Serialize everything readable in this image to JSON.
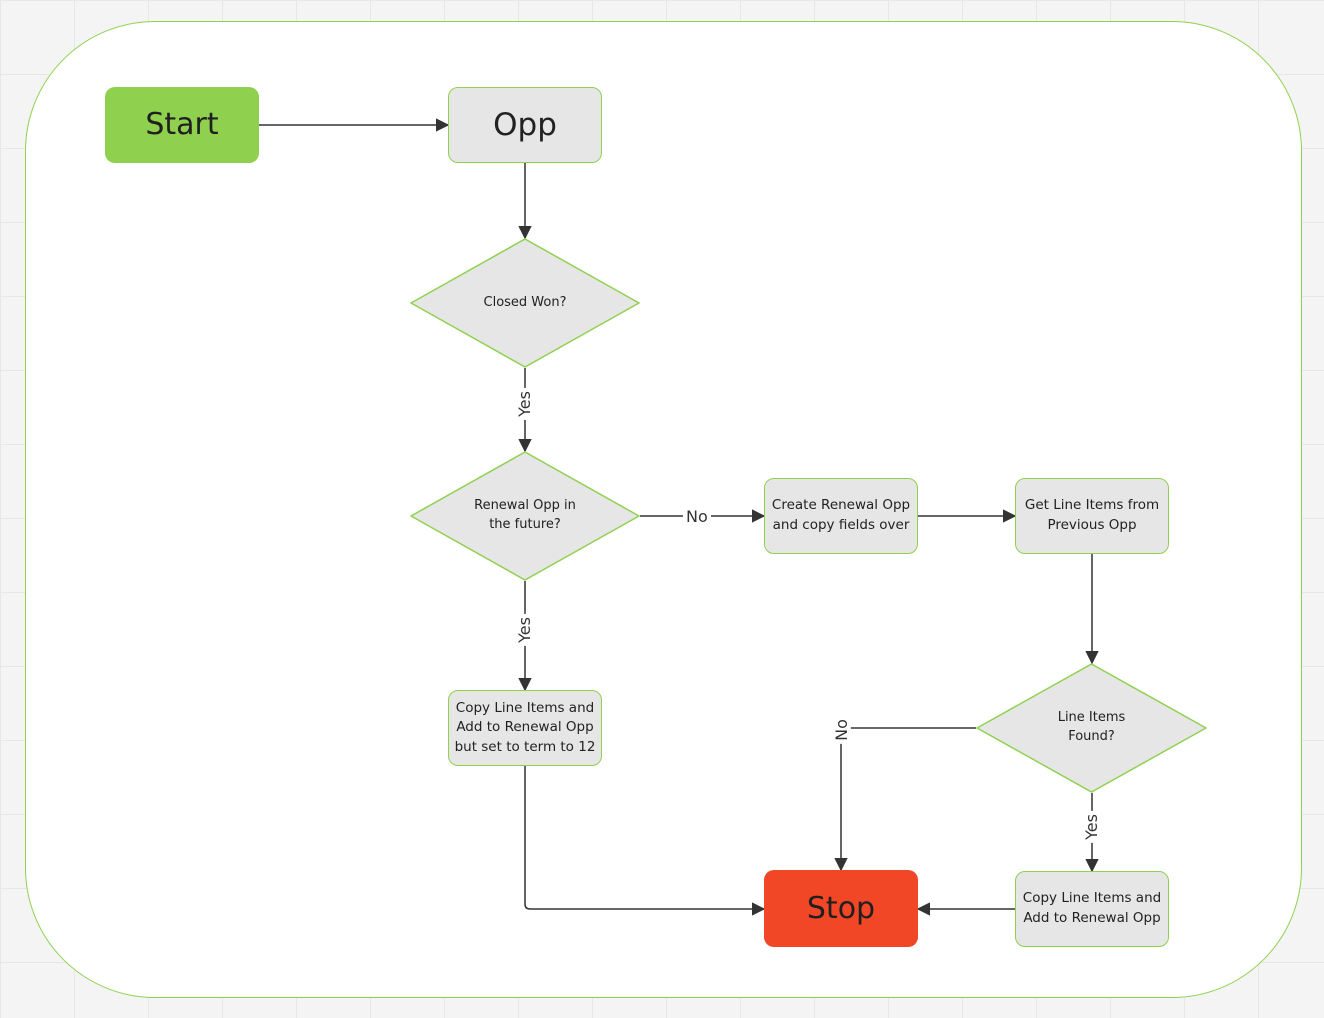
{
  "nodes": {
    "start": "Start",
    "opp": "Opp",
    "closed_won": "Closed Won?",
    "renewal_future": "Renewal Opp in\nthe future?",
    "create_renewal": "Create Renewal Opp\nand copy fields over",
    "get_line_items": "Get Line Items from\nPrevious Opp",
    "copy_term12": "Copy Line Items and\nAdd to Renewal Opp\nbut set to term to 12",
    "line_items_found": "Line Items\nFound?",
    "copy_add": "Copy Line Items and\nAdd to Renewal Opp",
    "stop": "Stop"
  },
  "edge_labels": {
    "closed_won_yes": "Yes",
    "renewal_no": "No",
    "renewal_yes": "Yes",
    "found_no": "No",
    "found_yes": "Yes"
  },
  "colors": {
    "start": "#8fd14f",
    "stop": "#f24726",
    "process_fill": "#e6e6e6",
    "border": "#8fd14f",
    "edge": "#333333"
  }
}
